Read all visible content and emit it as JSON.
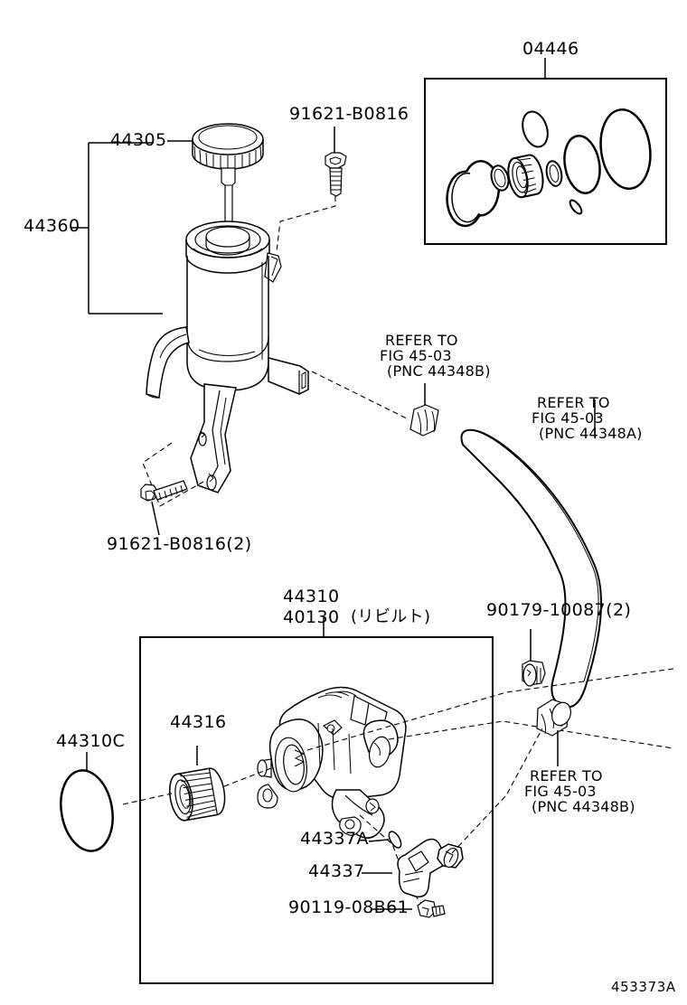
{
  "diagram": {
    "title": "Toyota Power Steering Pump & Reservoir Exploded Parts Diagram",
    "figure_code": "453373A",
    "background": "#ffffff",
    "line_color": "#000000"
  },
  "labels": {
    "seal_kit": "04446",
    "reservoir_cap": "44305",
    "reservoir_assembly": "44360",
    "bolt_top": "91621-B0816",
    "bolt_bracket": "91621-B0816(2)",
    "refer_mid_line1": "REFER TO",
    "refer_mid_line2": "FIG 45-03",
    "refer_mid_line3": "(PNC 44348B)",
    "refer_hose_line1": "REFER TO",
    "refer_hose_line2": "FIG 45-03",
    "refer_hose_line3": "(PNC 44348A)",
    "pump_assembly": "44310",
    "pump_reman": "40130",
    "pump_reman_note": "(リビルト)",
    "grommet": "90179-10087(2)",
    "oring_large": "44310C",
    "pulley": "44316",
    "union_seal": "44337A",
    "union": "44337",
    "union_bolt": "90119-08B61",
    "refer_bottom_line1": "REFER TO",
    "refer_bottom_line2": "FIG 45-03",
    "refer_bottom_line3": "(PNC 44348B)"
  },
  "parts": [
    {
      "number": "04446",
      "name": "seal-kit-box"
    },
    {
      "number": "44305",
      "name": "reservoir-cap"
    },
    {
      "number": "44360",
      "name": "reservoir-assembly"
    },
    {
      "number": "91621-B0816",
      "name": "reservoir-bolt"
    },
    {
      "number": "91621-B0816(2)",
      "name": "bracket-bolt"
    },
    {
      "number": "44310",
      "name": "pump-assembly"
    },
    {
      "number": "40130",
      "name": "pump-remanufactured"
    },
    {
      "number": "90179-10087(2)",
      "name": "hose-grommet"
    },
    {
      "number": "44310C",
      "name": "pump-o-ring"
    },
    {
      "number": "44316",
      "name": "pump-pulley"
    },
    {
      "number": "44337A",
      "name": "union-seal"
    },
    {
      "number": "44337",
      "name": "pressure-union"
    },
    {
      "number": "90119-08B61",
      "name": "union-bolt"
    }
  ]
}
